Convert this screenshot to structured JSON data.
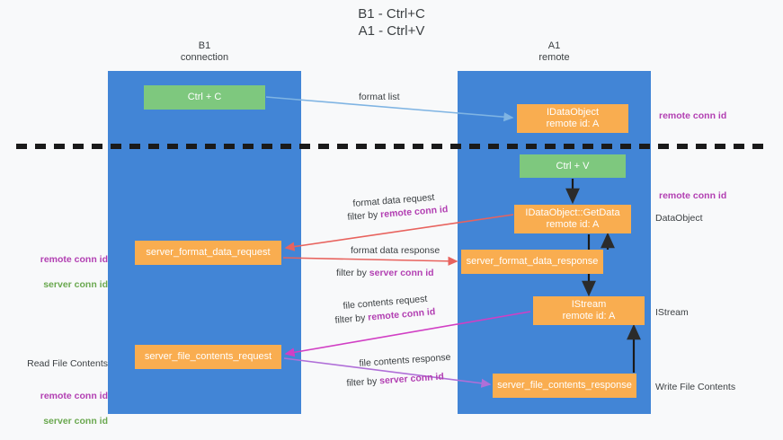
{
  "title": "B1 - Ctrl+C\nA1 - Ctrl+V",
  "columns": {
    "left": {
      "header": "B1\nconnection"
    },
    "right": {
      "header": "A1\nremote"
    }
  },
  "nodes": {
    "ctrl_c": "Ctrl + C",
    "ctrl_v": "Ctrl + V",
    "idataobject": "IDataObject\nremote id: A",
    "getdata": "IDataObject::GetData\nremote id: A",
    "istream": "IStream\nremote id: A",
    "server_format_data_request": "server_format_data_request",
    "server_format_data_response": "server_format_data_response",
    "server_file_contents_request": "server_file_contents_request",
    "server_file_contents_response": "server_file_contents_response"
  },
  "side_labels": {
    "remote_conn_id_top": "remote conn id",
    "remote_conn_id_mid": "remote conn id",
    "dataobject": "DataObject",
    "istream": "IStream",
    "write_file_contents": "Write File Contents",
    "left_remote_conn_id": "remote conn id",
    "left_server_conn_id": "server conn id",
    "read_file_contents": "Read File Contents",
    "left_remote_conn_id_2": "remote conn id",
    "left_server_conn_id_2": "server conn id"
  },
  "edges": {
    "format_list": "format list",
    "format_data_request": "format data request",
    "format_data_request_filter_prefix": "filter by ",
    "format_data_request_filter_key": "remote conn id",
    "format_data_response": "format data response",
    "format_data_response_filter_prefix": "filter by ",
    "format_data_response_filter_key": "server conn id",
    "file_contents_request": "file contents request",
    "file_contents_request_filter_prefix": "filter by ",
    "file_contents_request_filter_key": "remote conn id",
    "file_contents_response": "file contents response",
    "file_contents_response_filter_prefix": "filter by ",
    "file_contents_response_filter_key": "server conn id"
  },
  "colors": {
    "lane": "#4285d6",
    "green_node": "#7ec87e",
    "orange_node": "#f9ad50",
    "remote_key": "#b23fb2",
    "server_key": "#6aa84f",
    "arrow_blue": "#7fb4e3",
    "arrow_red": "#e8635e",
    "arrow_magenta": "#d13fc4",
    "arrow_purple": "#b06fd8",
    "arrow_dark": "#2b2b2b",
    "divider": "#1a1a1a"
  }
}
